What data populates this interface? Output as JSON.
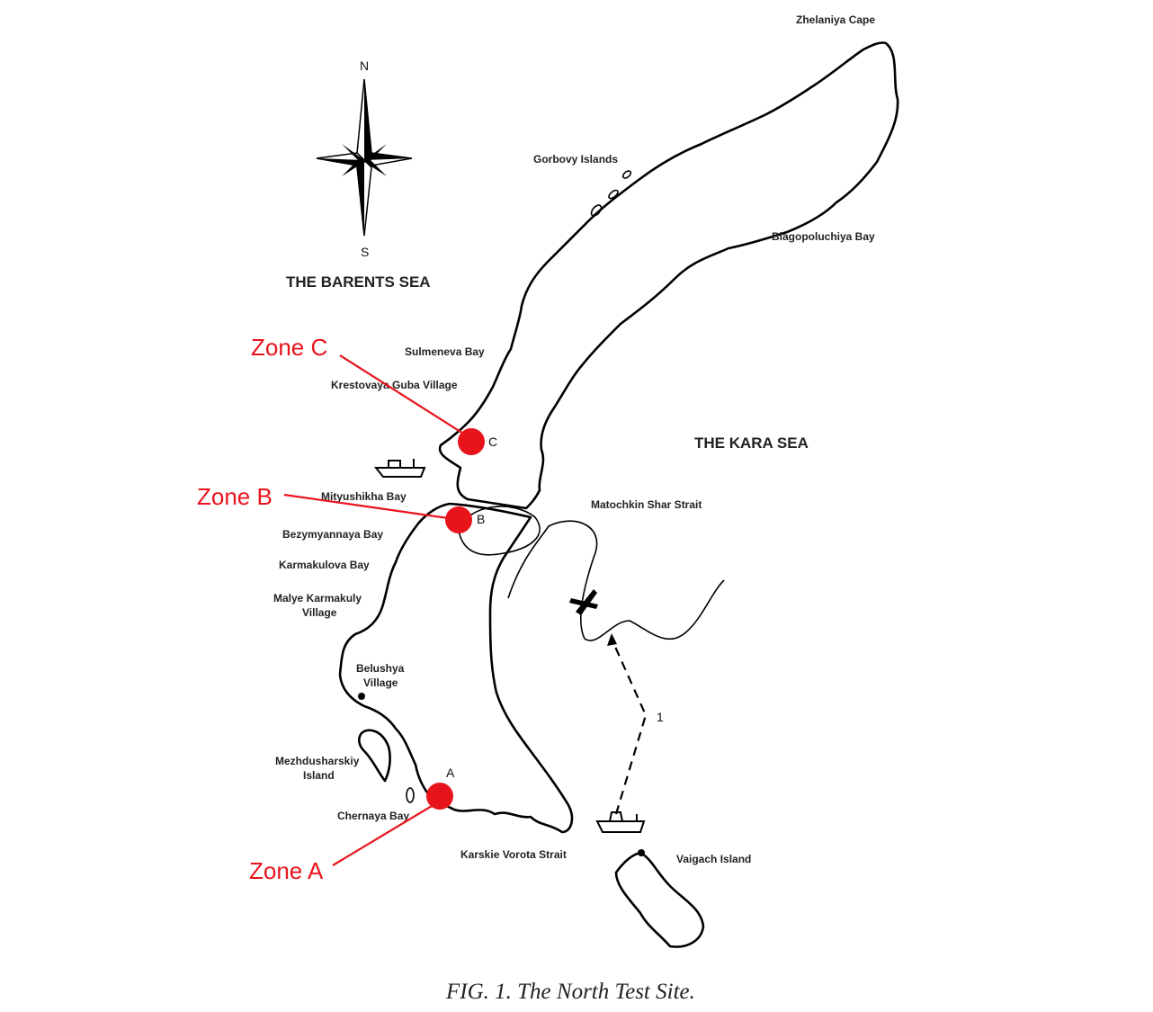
{
  "compass": {
    "north": "N",
    "south": "S"
  },
  "seas": {
    "barents": "THE BARENTS SEA",
    "kara": "THE KARA SEA"
  },
  "places": {
    "zhelaniya": "Zhelaniya Cape",
    "gorbovy": "Gorbovy Islands",
    "blagopoluchiya": "Blagopoluchiya Bay",
    "sulmeneva": "Sulmeneva Bay",
    "krestovaya": "Krestovaya Guba Village",
    "mityushikha": "Mityushikha Bay",
    "matochkin": "Matochkin Shar Strait",
    "bezymyannaya": "Bezymyannaya Bay",
    "karmakulova": "Karmakulova Bay",
    "malye_1": "Malye Karmakuly",
    "malye_2": "Village",
    "belushya_1": "Belushya",
    "belushya_2": "Village",
    "mezhdusharsky_1": "Mezhdusharskiy",
    "mezhdusharsky_2": "Island",
    "chernaya": "Chernaya Bay",
    "karskie": "Karskie Vorota Strait",
    "vaigach": "Vaigach Island"
  },
  "points": {
    "a": "A",
    "b": "B",
    "c": "C",
    "route": "1"
  },
  "zones": {
    "a": "Zone A",
    "b": "Zone B",
    "c": "Zone C"
  },
  "colors": {
    "zone": "#e8141c"
  },
  "caption": "FIG. 1. The North Test Site."
}
